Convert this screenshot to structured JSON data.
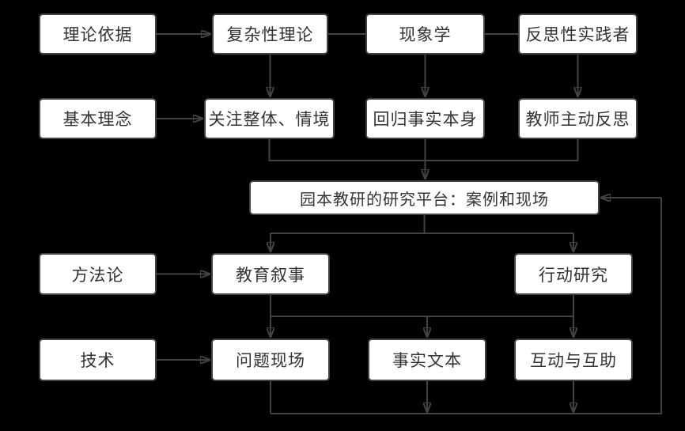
{
  "colors": {
    "background": "#000000",
    "box_fill": "#ffffff",
    "line": "#424242",
    "text": "#333333"
  },
  "nodes": {
    "theory_basis": {
      "label": "理论依据"
    },
    "complexity_theory": {
      "label": "复杂性理论"
    },
    "phenomenology": {
      "label": "现象学"
    },
    "reflective_practitioner": {
      "label": "反思性实践者"
    },
    "basic_idea": {
      "label": "基本理念"
    },
    "focus_whole_context": {
      "label": "关注整体、情境"
    },
    "return_to_facts": {
      "label": "回归事实本身"
    },
    "teacher_active_reflection": {
      "label": "教师主动反思"
    },
    "research_platform": {
      "label": "园本教研的研究平台：案例和现场"
    },
    "methodology": {
      "label": "方法论"
    },
    "educational_narrative": {
      "label": "教育叙事"
    },
    "action_research": {
      "label": "行动研究"
    },
    "technique": {
      "label": "技术"
    },
    "problem_scene": {
      "label": "问题现场"
    },
    "fact_text": {
      "label": "事实文本"
    },
    "interaction_mutual_aid": {
      "label": "互动与互助"
    }
  }
}
